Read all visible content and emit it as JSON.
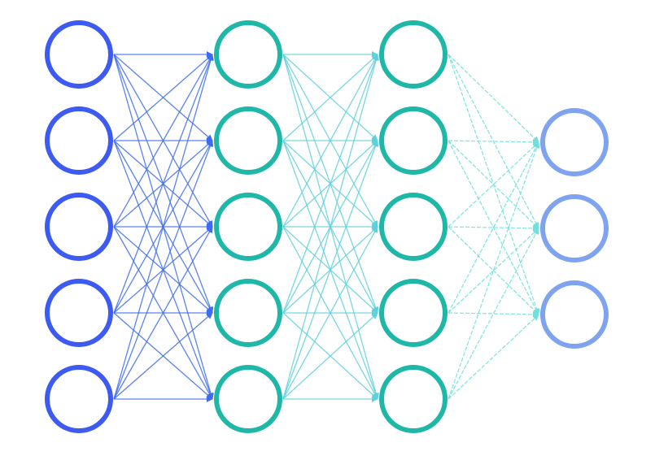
{
  "diagram": {
    "type": "neural-network",
    "layers": [
      {
        "nodes": 5,
        "color": "#3d5af1"
      },
      {
        "nodes": 5,
        "color": "#1fb8a8"
      },
      {
        "nodes": 5,
        "color": "#1fb8a8"
      },
      {
        "nodes": 3,
        "color": "#7fa3ef"
      }
    ],
    "edge_colors": [
      "#3d6cf0",
      "#5fd0dc",
      "#6fe0dc",
      "#3aa7e6"
    ],
    "connections": "fully-connected",
    "background": "#ffffff"
  }
}
